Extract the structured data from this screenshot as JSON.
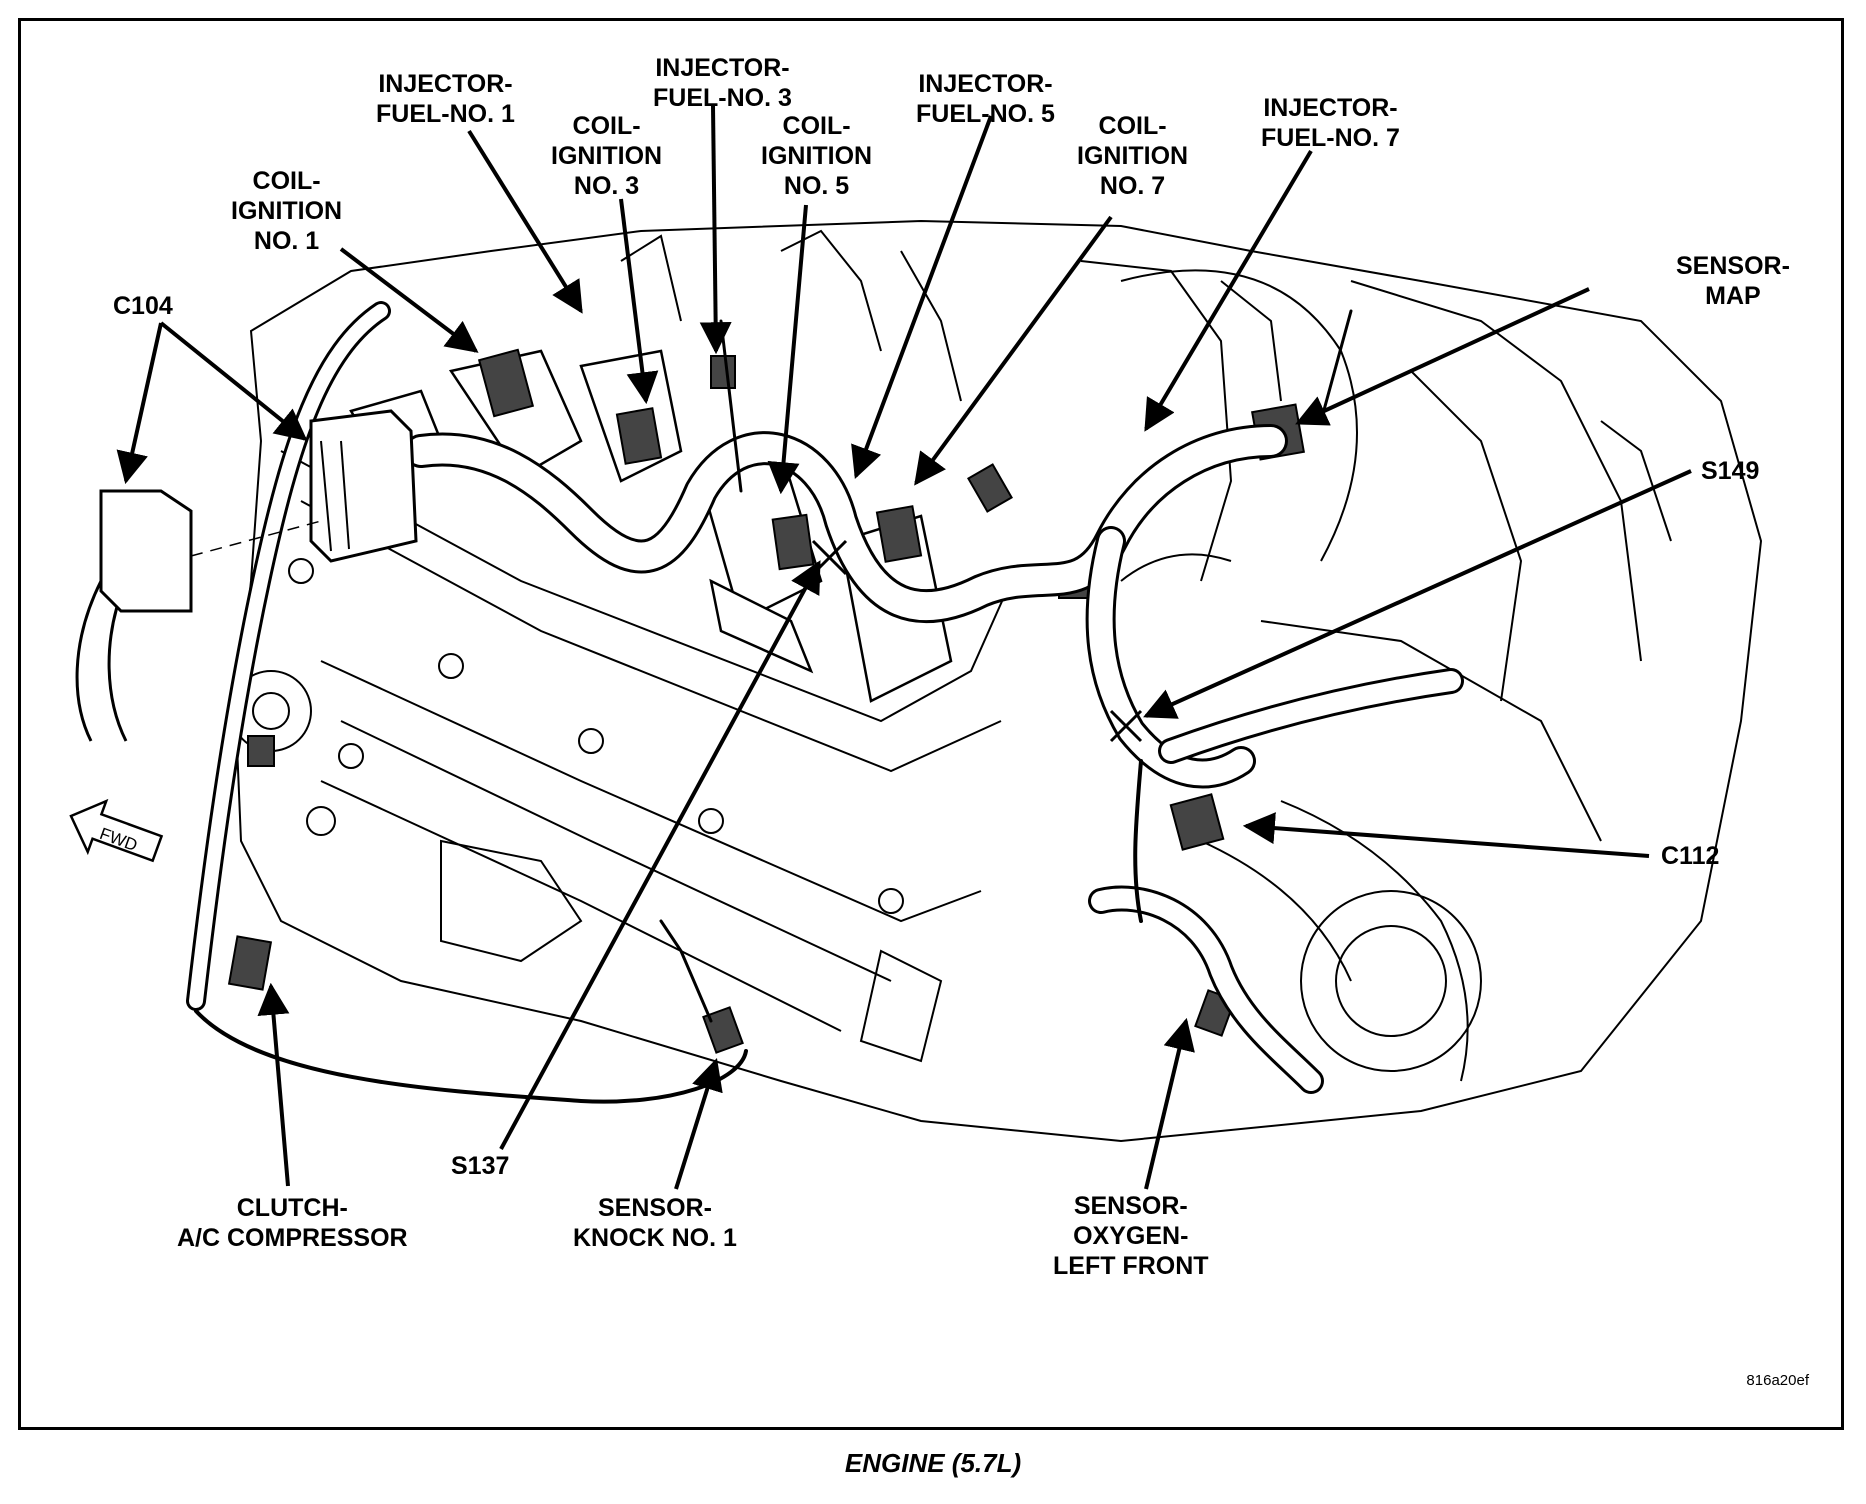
{
  "labels": {
    "injector_1": [
      "INJECTOR-",
      "FUEL-NO. 1"
    ],
    "injector_3": [
      "INJECTOR-",
      "FUEL-NO. 3"
    ],
    "injector_5": [
      "INJECTOR-",
      "FUEL-NO. 5"
    ],
    "injector_7": [
      "INJECTOR-",
      "FUEL-NO. 7"
    ],
    "coil_1": [
      "COIL-",
      "IGNITION",
      "NO. 1"
    ],
    "coil_3": [
      "COIL-",
      "IGNITION",
      "NO. 3"
    ],
    "coil_5": [
      "COIL-",
      "IGNITION",
      "NO. 5"
    ],
    "coil_7": [
      "COIL-",
      "IGNITION",
      "NO. 7"
    ],
    "c104": "C104",
    "sensor_map": [
      "SENSOR-",
      "MAP"
    ],
    "s149": "S149",
    "c112": "C112",
    "s137": "S137",
    "clutch": [
      "CLUTCH-",
      "A/C COMPRESSOR"
    ],
    "knock": [
      "SENSOR-",
      "KNOCK NO. 1"
    ],
    "oxygen": [
      "SENSOR-",
      "OXYGEN-",
      "LEFT FRONT"
    ],
    "fwd": "FWD"
  },
  "reference_code": "816a20ef",
  "caption": "ENGINE (5.7L)"
}
